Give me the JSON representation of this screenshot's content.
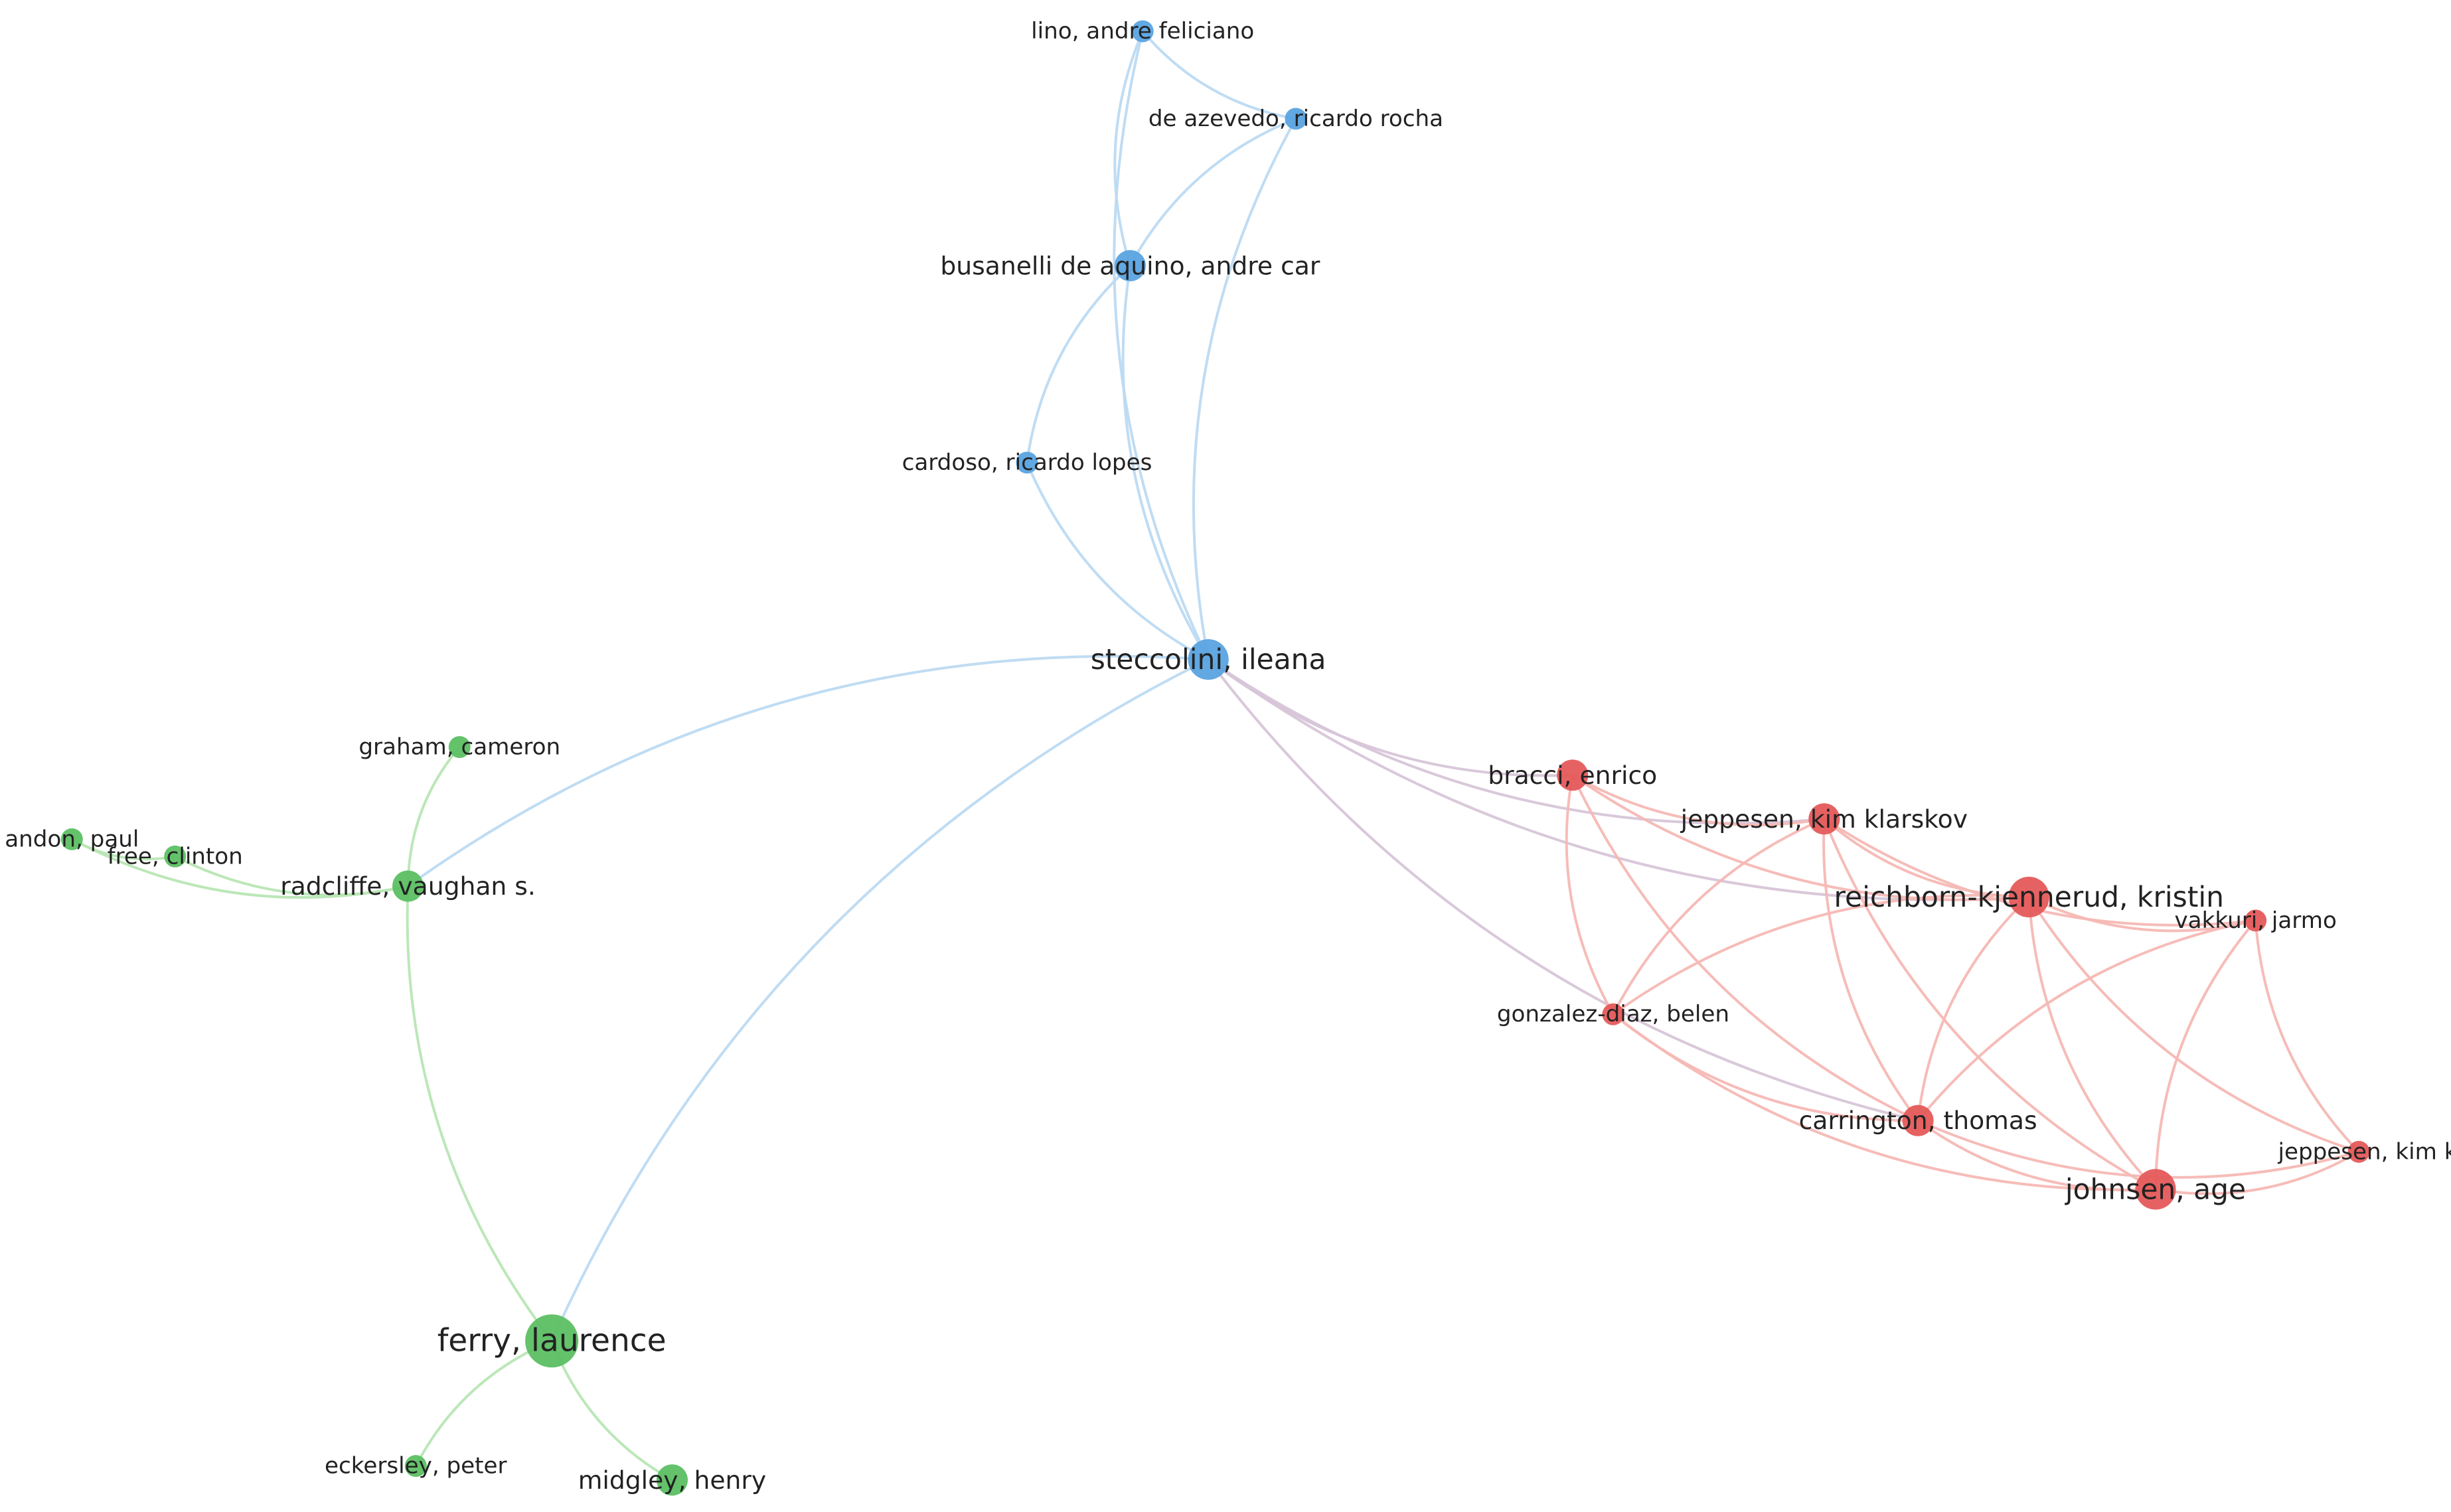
{
  "colors": {
    "blue_cluster": "#5aa3e0",
    "blue_edge": "#bcdaf2",
    "green_cluster": "#5cbf63",
    "green_edge": "#b8e6b4",
    "red_cluster": "#e55a5a",
    "red_edge": "#f6b8b4",
    "mixed_edge": "#d7c5d8",
    "faded_label": "#9a9a9a"
  },
  "nodes": [
    {
      "id": "lino",
      "label": "lino, andre feliciano",
      "cluster": "blue",
      "size": "small"
    },
    {
      "id": "deazevedo",
      "label": "de azevedo, ricardo rocha",
      "cluster": "blue",
      "size": "small"
    },
    {
      "id": "busanelli",
      "label": "busanelli de aquino, andre car",
      "cluster": "blue",
      "size": "medium"
    },
    {
      "id": "cardoso",
      "label": "cardoso, ricardo lopes",
      "cluster": "blue",
      "size": "small"
    },
    {
      "id": "steccolini",
      "label": "steccolini, ileana",
      "cluster": "blue",
      "size": "large"
    },
    {
      "id": "graham",
      "label": "graham, cameron",
      "cluster": "green",
      "size": "small"
    },
    {
      "id": "andon",
      "label": "andon, paul",
      "cluster": "green",
      "size": "small"
    },
    {
      "id": "free",
      "label": "free, clinton",
      "cluster": "green",
      "size": "small",
      "faded": true
    },
    {
      "id": "radcliffe",
      "label": "radcliffe, vaughan s.",
      "cluster": "green",
      "size": "medium"
    },
    {
      "id": "ferry",
      "label": "ferry, laurence",
      "cluster": "green",
      "size": "xlarge"
    },
    {
      "id": "eckersley",
      "label": "eckersley, peter",
      "cluster": "green",
      "size": "small"
    },
    {
      "id": "midgley",
      "label": "midgley, henry",
      "cluster": "green",
      "size": "medium"
    },
    {
      "id": "bracci",
      "label": "bracci, enrico",
      "cluster": "red",
      "size": "medium"
    },
    {
      "id": "jeppesenKK",
      "label": "jeppesen, kim klarskov",
      "cluster": "red",
      "size": "medium"
    },
    {
      "id": "reichborn",
      "label": "reichborn-kjennerud, kristin",
      "cluster": "red",
      "size": "large"
    },
    {
      "id": "vakkuri",
      "label": "vakkuri, jarmo",
      "cluster": "red",
      "size": "small"
    },
    {
      "id": "gonzalez",
      "label": "gonzalez-diaz, belen",
      "cluster": "red",
      "size": "small"
    },
    {
      "id": "carrington",
      "label": "carrington, thomas",
      "cluster": "red",
      "size": "medium"
    },
    {
      "id": "jeppesenK",
      "label": "jeppesen, kim k.",
      "cluster": "red",
      "size": "small"
    },
    {
      "id": "johnsen",
      "label": "johnsen, age",
      "cluster": "red",
      "size": "large"
    }
  ],
  "edges": [
    {
      "source": "lino",
      "target": "deazevedo",
      "type": "blue"
    },
    {
      "source": "lino",
      "target": "busanelli",
      "type": "blue"
    },
    {
      "source": "lino",
      "target": "steccolini",
      "type": "blue"
    },
    {
      "source": "deazevedo",
      "target": "busanelli",
      "type": "blue"
    },
    {
      "source": "deazevedo",
      "target": "steccolini",
      "type": "blue"
    },
    {
      "source": "busanelli",
      "target": "cardoso",
      "type": "blue"
    },
    {
      "source": "busanelli",
      "target": "steccolini",
      "type": "blue"
    },
    {
      "source": "cardoso",
      "target": "steccolini",
      "type": "blue"
    },
    {
      "source": "steccolini",
      "target": "radcliffe",
      "type": "blue"
    },
    {
      "source": "steccolini",
      "target": "ferry",
      "type": "blue"
    },
    {
      "source": "steccolini",
      "target": "bracci",
      "type": "mixed"
    },
    {
      "source": "steccolini",
      "target": "jeppesenKK",
      "type": "mixed"
    },
    {
      "source": "steccolini",
      "target": "reichborn",
      "type": "mixed"
    },
    {
      "source": "steccolini",
      "target": "carrington",
      "type": "mixed"
    },
    {
      "source": "graham",
      "target": "radcliffe",
      "type": "green"
    },
    {
      "source": "andon",
      "target": "free",
      "type": "green"
    },
    {
      "source": "free",
      "target": "radcliffe",
      "type": "green"
    },
    {
      "source": "andon",
      "target": "radcliffe",
      "type": "green"
    },
    {
      "source": "radcliffe",
      "target": "ferry",
      "type": "green"
    },
    {
      "source": "ferry",
      "target": "eckersley",
      "type": "green"
    },
    {
      "source": "ferry",
      "target": "midgley",
      "type": "green"
    },
    {
      "source": "bracci",
      "target": "jeppesenKK",
      "type": "red"
    },
    {
      "source": "bracci",
      "target": "reichborn",
      "type": "red"
    },
    {
      "source": "bracci",
      "target": "gonzalez",
      "type": "red"
    },
    {
      "source": "bracci",
      "target": "carrington",
      "type": "red"
    },
    {
      "source": "jeppesenKK",
      "target": "reichborn",
      "type": "red"
    },
    {
      "source": "jeppesenKK",
      "target": "carrington",
      "type": "red"
    },
    {
      "source": "jeppesenKK",
      "target": "johnsen",
      "type": "red"
    },
    {
      "source": "jeppesenKK",
      "target": "gonzalez",
      "type": "red"
    },
    {
      "source": "jeppesenKK",
      "target": "vakkuri",
      "type": "red"
    },
    {
      "source": "reichborn",
      "target": "vakkuri",
      "type": "red"
    },
    {
      "source": "reichborn",
      "target": "carrington",
      "type": "red"
    },
    {
      "source": "reichborn",
      "target": "johnsen",
      "type": "red"
    },
    {
      "source": "reichborn",
      "target": "jeppesenK",
      "type": "red"
    },
    {
      "source": "reichborn",
      "target": "gonzalez",
      "type": "red"
    },
    {
      "source": "vakkuri",
      "target": "carrington",
      "type": "red"
    },
    {
      "source": "vakkuri",
      "target": "johnsen",
      "type": "red"
    },
    {
      "source": "vakkuri",
      "target": "jeppesenK",
      "type": "red"
    },
    {
      "source": "gonzalez",
      "target": "carrington",
      "type": "red"
    },
    {
      "source": "gonzalez",
      "target": "johnsen",
      "type": "red"
    },
    {
      "source": "carrington",
      "target": "johnsen",
      "type": "red"
    },
    {
      "source": "carrington",
      "target": "jeppesenK",
      "type": "red"
    },
    {
      "source": "johnsen",
      "target": "jeppesenK",
      "type": "red"
    }
  ]
}
